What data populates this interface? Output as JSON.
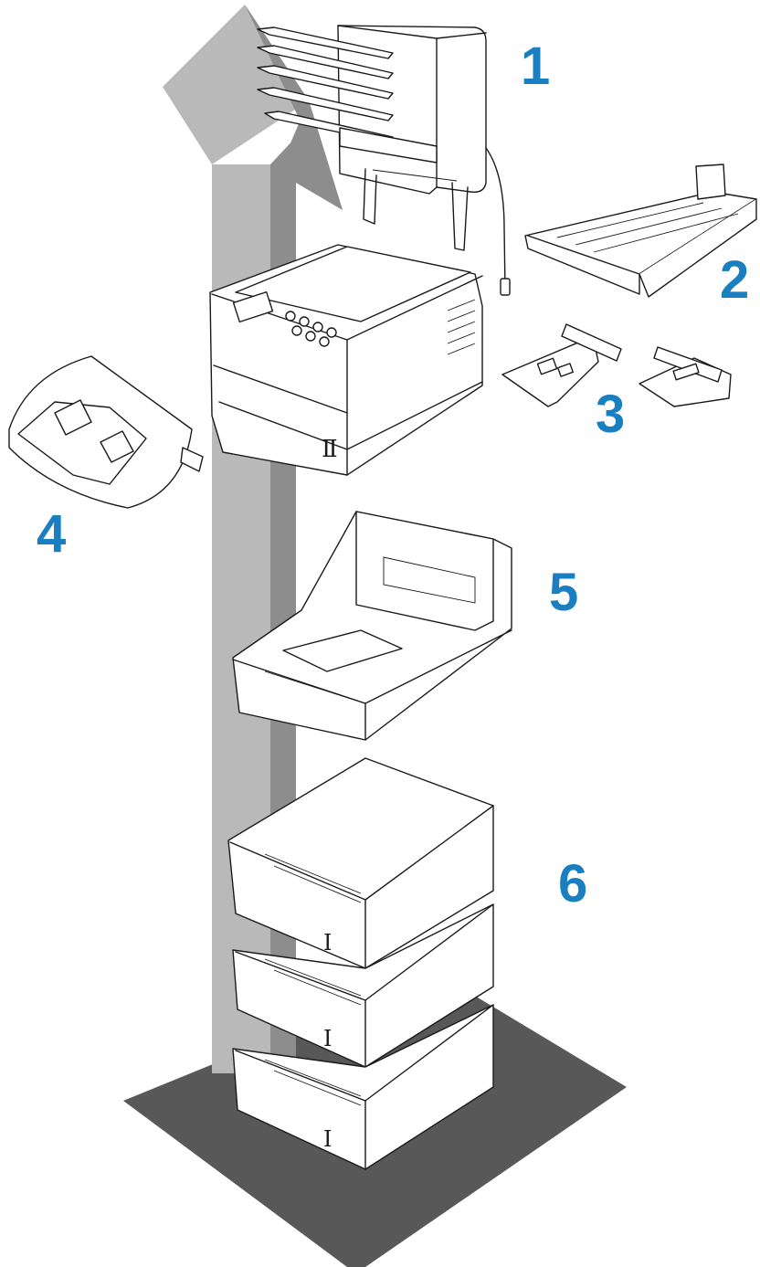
{
  "colors": {
    "callout": "#1a7fc1",
    "floor": "#585858",
    "arrow_light": "#b9b9b9",
    "arrow_dark": "#8d8d8d",
    "line": "#1a1a1a",
    "device_fill": "#ffffff"
  },
  "callouts": [
    {
      "id": "1",
      "label": "1"
    },
    {
      "id": "2",
      "label": "2"
    },
    {
      "id": "3",
      "label": "3"
    },
    {
      "id": "4",
      "label": "4"
    },
    {
      "id": "5",
      "label": "5"
    },
    {
      "id": "6",
      "label": "6"
    }
  ],
  "tray_marks": {
    "printer_cassette": "Ⅱ",
    "feeder_1": "Ⅰ",
    "feeder_2": "Ⅰ",
    "feeder_3": "Ⅰ"
  }
}
